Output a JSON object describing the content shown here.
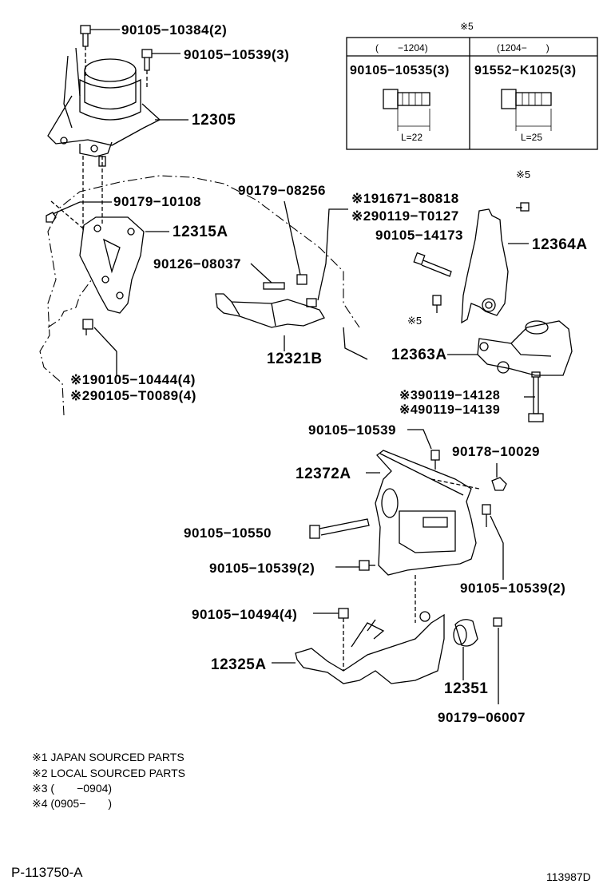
{
  "inset": {
    "mark": "※5",
    "col_left_range": "(　　−1204)",
    "col_right_range": "(1204−　　)",
    "col_left_part": "90105−10535(3)",
    "col_right_part": "91552−K1025(3)",
    "col_left_length": "L=22",
    "col_right_length": "L=25"
  },
  "labels": {
    "p90105_10384": "90105−10384(2)",
    "p90105_10539_3": "90105−10539(3)",
    "p12305": "12305",
    "p90179_10108": "90179−10108",
    "p12315A": "12315A",
    "p90179_08256": "90179−08256",
    "p191671": "※191671−80818",
    "p290119": "※290119−T0127",
    "p90105_14173": "90105−14173",
    "p12364A": "12364A",
    "mark5_top": "※5",
    "p90126_08037": "90126−08037",
    "mark5_bolt": "※5",
    "p12321B": "12321B",
    "p12363A": "12363A",
    "p190105_10444": "※190105−10444(4)",
    "p290105_T0089": "※290105−T0089(4)",
    "p390119_14128": "※390119−14128",
    "p490119_14139": "※490119−14139",
    "p90105_10539_a": "90105−10539",
    "p90178_10029": "90178−10029",
    "p12372A": "12372A",
    "p90105_10550": "90105−10550",
    "p90105_10539_2a": "90105−10539(2)",
    "p90105_10539_2b": "90105−10539(2)",
    "p90105_10494": "90105−10494(4)",
    "p12325A": "12325A",
    "p12351": "12351",
    "p90179_06007": "90179−06007"
  },
  "notes": [
    "※1 JAPAN SOURCED PARTS",
    "※2 LOCAL SOURCED PARTS",
    "※3 (　　−0904)",
    "※4 (0905−　　)"
  ],
  "footer": {
    "left_code": "P-113750-A",
    "right_code": "113987D"
  }
}
